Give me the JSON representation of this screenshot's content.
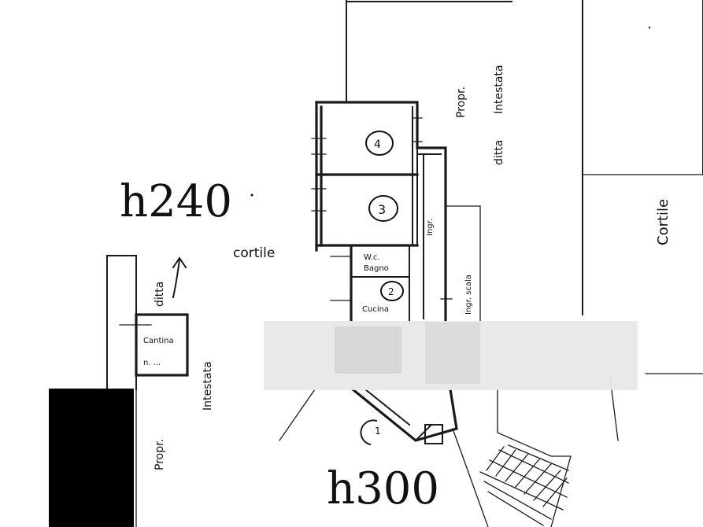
{
  "drawing": {
    "height_top": "h240",
    "height_bottom": "h300",
    "courtyard_left": "cortile",
    "courtyard_right": "Cortile",
    "owner_left_a": "Propr.",
    "owner_left_b": "ditta",
    "owner_left_c": "Intestata",
    "owner_right_a": "Propr.",
    "owner_right_b": "ditta",
    "owner_right_c": "Intestata",
    "cellar": "Cantina",
    "cellar_num": "n. ...",
    "room_4": "4",
    "room_3": "3",
    "room_2": "2",
    "room_1": "1",
    "wc_label": "W.c.",
    "bath_label": "Bagno",
    "kitchen_label": "Cucina",
    "hall_label": "Ingr.",
    "corridor_label": "Ingr. scala",
    "redaction": "",
    "colors": {
      "ink": "#1a1a1a",
      "paper": "#ffffff",
      "redaction": "#e8e8e8",
      "black_block": "#000000"
    }
  }
}
